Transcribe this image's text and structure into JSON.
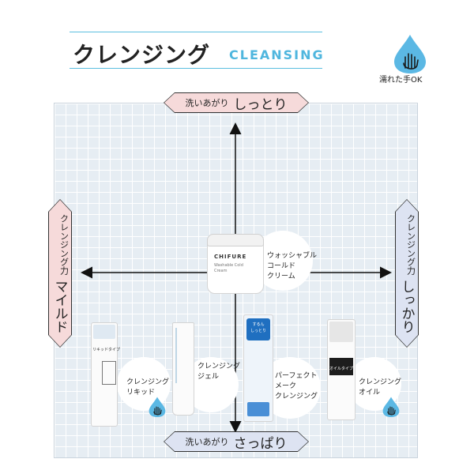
{
  "header": {
    "title_jp": "クレンジング",
    "title_en": "CLEANSING",
    "wet_hands_label": "濡れた手OK"
  },
  "axes": {
    "top": {
      "small": "洗いあがり",
      "large": "しっとり"
    },
    "bottom": {
      "small": "洗いあがり",
      "large": "さっぱり"
    },
    "left": {
      "small": "クレンジング力",
      "large": "マイルド"
    },
    "right": {
      "small": "クレンジング力",
      "large": "しっかり"
    }
  },
  "products": [
    {
      "label_lines": [
        "ウォッシャブル",
        "コールド",
        "クリーム"
      ],
      "wet_ok": false
    },
    {
      "label_lines": [
        "クレンジング",
        "リキッド"
      ],
      "wet_ok": true
    },
    {
      "label_lines": [
        "クレンジング",
        "ジェル"
      ],
      "wet_ok": false
    },
    {
      "label_lines": [
        "パーフェクト",
        "メーク",
        "クレンジング"
      ],
      "wet_ok": false
    },
    {
      "label_lines": [
        "クレンジング",
        "オイル"
      ],
      "wet_ok": true
    }
  ],
  "package_text": {
    "cream_brand": "CHIFURE",
    "cream_name_1": "Washable Cold",
    "cream_name_2": "Cream",
    "liquid_tag": "リキッドタイプ",
    "oil_tag": "オイルタイプ",
    "perfect_tag_1": "するん",
    "perfect_tag_2": "しっとり"
  },
  "colors": {
    "accent_blue": "#4fb6de",
    "grid_bg": "#e6edf3",
    "pink": "#f6dada",
    "lavender": "#dde3f2"
  }
}
